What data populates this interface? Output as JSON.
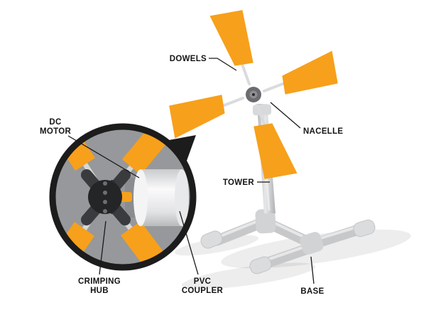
{
  "figure": {
    "type": "labeled-diagram",
    "subject": "DIY PVC wind turbine assembly with magnified inset of motor hub",
    "background": "#FFFFFF"
  },
  "colors": {
    "blade_orange": "#F7A01B",
    "pipe_gray": "#C7C8CA",
    "pipe_highlight": "#ECEDEE",
    "inset_background": "#96989B",
    "inset_ring": "#1C1C1C",
    "hub_dark": "#242527",
    "hub_wing": "#3A3B3D",
    "coupler_white": "#F2F3F4",
    "label_text": "#141414",
    "leader_line": "#1A1A1A",
    "shadow_gray": "#D9DADB"
  },
  "labels": {
    "dowels": "DOWELS",
    "nacelle": "NACELLE",
    "tower": "TOWER",
    "base": "BASE",
    "dc_motor_line1": "DC",
    "dc_motor_line2": "MOTOR",
    "crimping_hub_line1": "CRIMPING",
    "crimping_hub_line2": "HUB",
    "pvc_coupler_line1": "PVC",
    "pvc_coupler_line2": "COUPLER"
  }
}
